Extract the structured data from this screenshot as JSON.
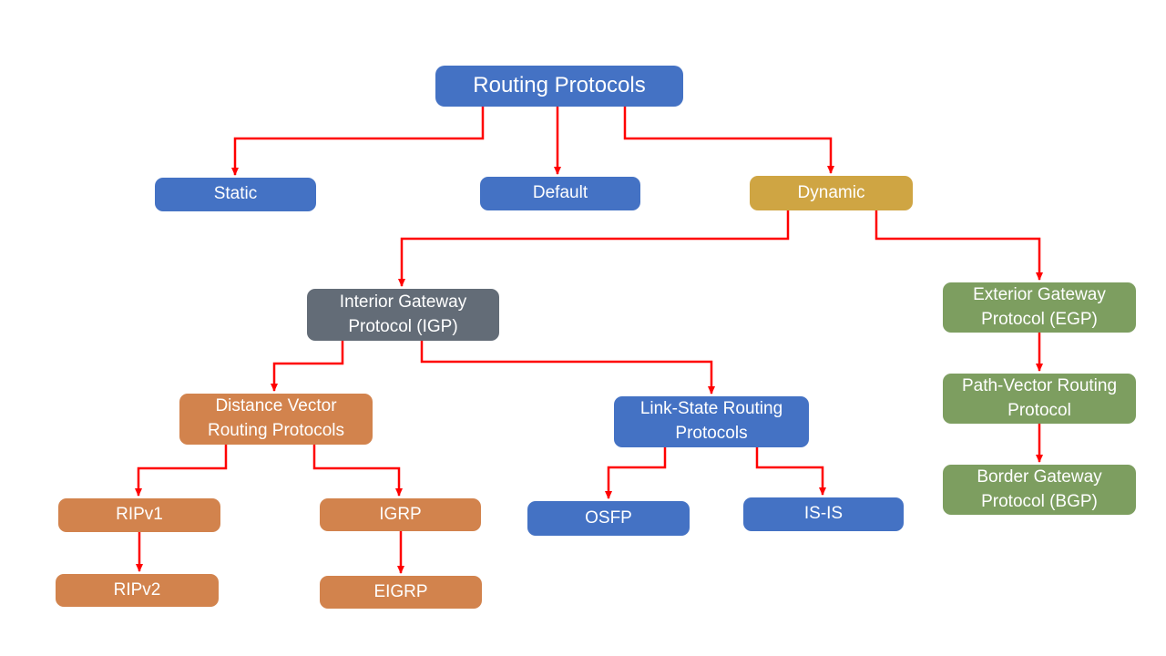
{
  "diagram_title": "Routing Protocols",
  "colors": {
    "blue": "#4472C4",
    "gold": "#CFA543",
    "gray": "#636C77",
    "green": "#7D9E60",
    "orange": "#D2834D",
    "arrow": "#FF0000",
    "text": "#FFFFFF",
    "background": "#FFFFFF"
  },
  "nodes": {
    "routing_protocols": {
      "label": "Routing Protocols",
      "color": "blue"
    },
    "static": {
      "label": "Static",
      "color": "blue"
    },
    "default": {
      "label": "Default",
      "color": "blue"
    },
    "dynamic": {
      "label": "Dynamic",
      "color": "gold"
    },
    "igp": {
      "label": "Interior Gateway Protocol (IGP)",
      "color": "gray"
    },
    "egp": {
      "label": "Exterior Gateway Protocol (EGP)",
      "color": "green"
    },
    "path_vector": {
      "label": "Path-Vector Routing Protocol",
      "color": "green"
    },
    "bgp": {
      "label": "Border Gateway Protocol (BGP)",
      "color": "green"
    },
    "distance_vector": {
      "label": "Distance Vector Routing Protocols",
      "color": "orange"
    },
    "link_state": {
      "label": "Link-State Routing Protocols",
      "color": "blue"
    },
    "ripv1": {
      "label": "RIPv1",
      "color": "orange"
    },
    "ripv2": {
      "label": "RIPv2",
      "color": "orange"
    },
    "igrp": {
      "label": "IGRP",
      "color": "orange"
    },
    "eigrp": {
      "label": "EIGRP",
      "color": "orange"
    },
    "osfp": {
      "label": "OSFP",
      "color": "blue"
    },
    "isis": {
      "label": "IS-IS",
      "color": "blue"
    }
  },
  "edges": [
    {
      "from": "routing_protocols",
      "to": "static"
    },
    {
      "from": "routing_protocols",
      "to": "default"
    },
    {
      "from": "routing_protocols",
      "to": "dynamic"
    },
    {
      "from": "dynamic",
      "to": "igp"
    },
    {
      "from": "dynamic",
      "to": "egp"
    },
    {
      "from": "igp",
      "to": "distance_vector"
    },
    {
      "from": "igp",
      "to": "link_state"
    },
    {
      "from": "distance_vector",
      "to": "ripv1"
    },
    {
      "from": "distance_vector",
      "to": "igrp"
    },
    {
      "from": "ripv1",
      "to": "ripv2"
    },
    {
      "from": "igrp",
      "to": "eigrp"
    },
    {
      "from": "link_state",
      "to": "osfp"
    },
    {
      "from": "link_state",
      "to": "isis"
    },
    {
      "from": "egp",
      "to": "path_vector"
    },
    {
      "from": "path_vector",
      "to": "bgp"
    }
  ]
}
